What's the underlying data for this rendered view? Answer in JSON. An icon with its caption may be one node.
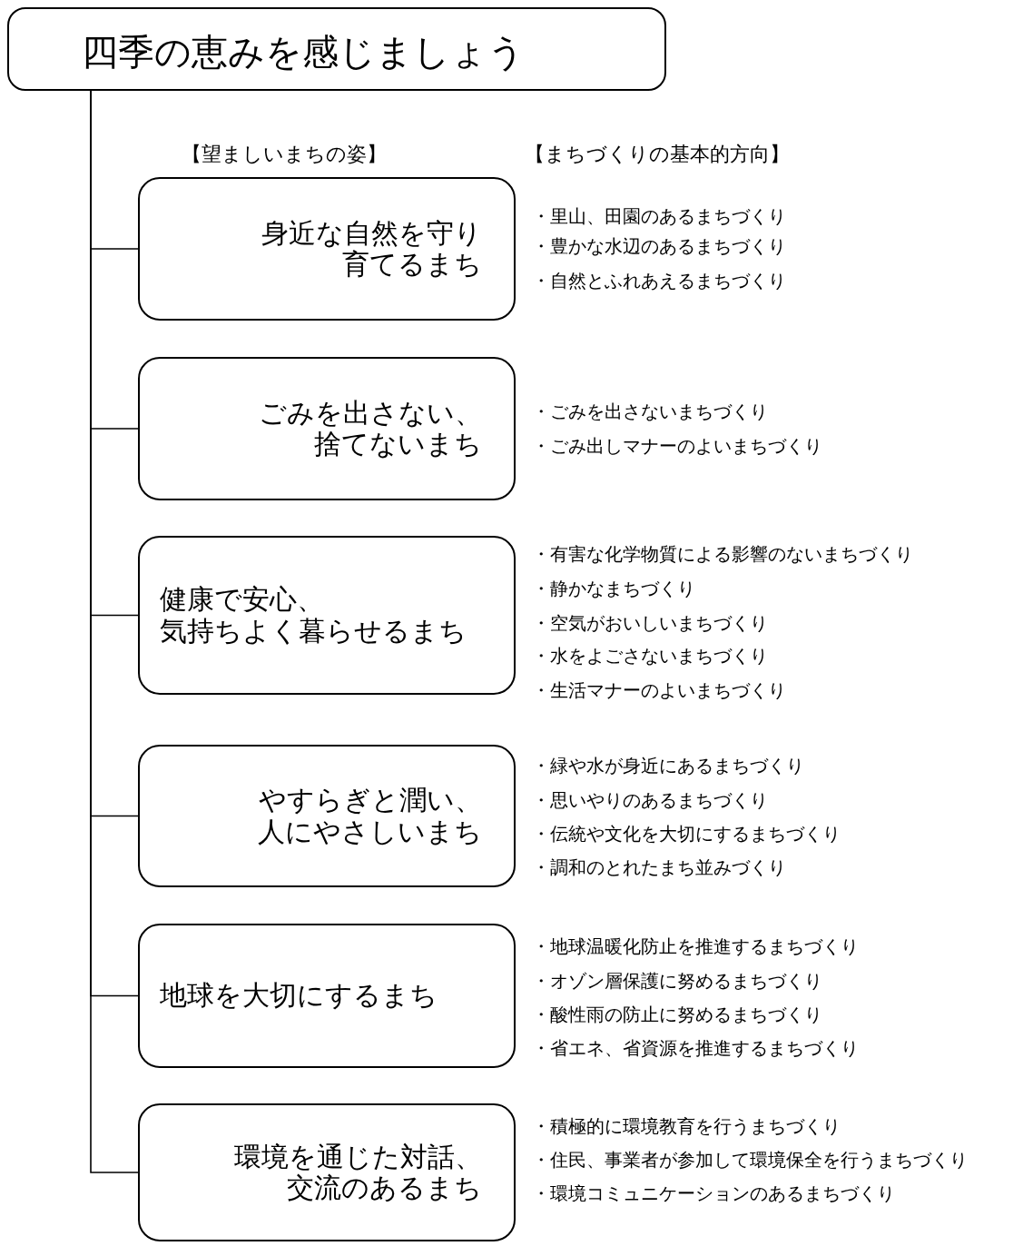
{
  "diagram": {
    "nodes": [
      {
        "text": [
          "四季の恵みを感じましょう"
        ]
      },
      {
        "text": [
          "身近な自然を守り育てるまち"
        ],
        "beside": [
          "・里山、田園のあるまちづくり",
          "・豊かな水辺のあるまちづくり",
          "・自然とふれあえるまちづくり"
        ]
      },
      {
        "text": [
          "ごみを出さない、捨てないまち"
        ],
        "beside": [
          "・ごみを出さないまちづくり",
          "・ごみ出しマナーのよいまちづくり"
        ]
      },
      {
        "text": [
          "健康で安心、気持ちよく暮らせるまち"
        ],
        "beside": [
          "・有害な化学物質による影響のないまちづくり",
          "・静かなまちづくり",
          "・空気がおいしいまちづくり",
          "・水をよごさないまちづくり",
          "・生活マナーのよいまちづくり"
        ]
      },
      {
        "text": [
          "やすらぎと潤い、人にやさしいまち"
        ],
        "beside": [
          "・緑や水が身近にあるまちづくり",
          "・思いやりのあるまちづくり",
          "・伝統や文化を大切にするまちづくり",
          "・調和のとれたまち並みづくり"
        ]
      },
      {
        "text": [
          "地球を大切にするまち"
        ],
        "beside": [
          "・地球温暖化防止を推進するまちづくり",
          "・オゾン層保護に努めるまちづくり",
          "・酸性雨の防止に努めるまちづくり",
          "・省エネ、省資源を推進するまちづくり"
        ]
      },
      {
        "text": [
          "環境を通じた対話、交流のあるまち"
        ],
        "beside": [
          "・積極的に環境教育を行うまちづくり",
          "・住民、事業者が参加して環境保全を行うまちづくり",
          "・環境コミュニケーションのあるまちづくり"
        ]
      }
    ],
    "edges": [
      {
        "from": 0,
        "to": 1,
        "arrow": "none"
      },
      {
        "from": 0,
        "to": 2,
        "arrow": "none"
      },
      {
        "from": 0,
        "to": 3,
        "arrow": "none"
      },
      {
        "from": 0,
        "to": 4,
        "arrow": "none"
      },
      {
        "from": 0,
        "to": 5,
        "arrow": "none"
      },
      {
        "from": 0,
        "to": 6,
        "arrow": "none"
      }
    ],
    "labels": [
      "【望ましいまちの姿】",
      "【まちづくりの基本的方向】"
    ]
  }
}
